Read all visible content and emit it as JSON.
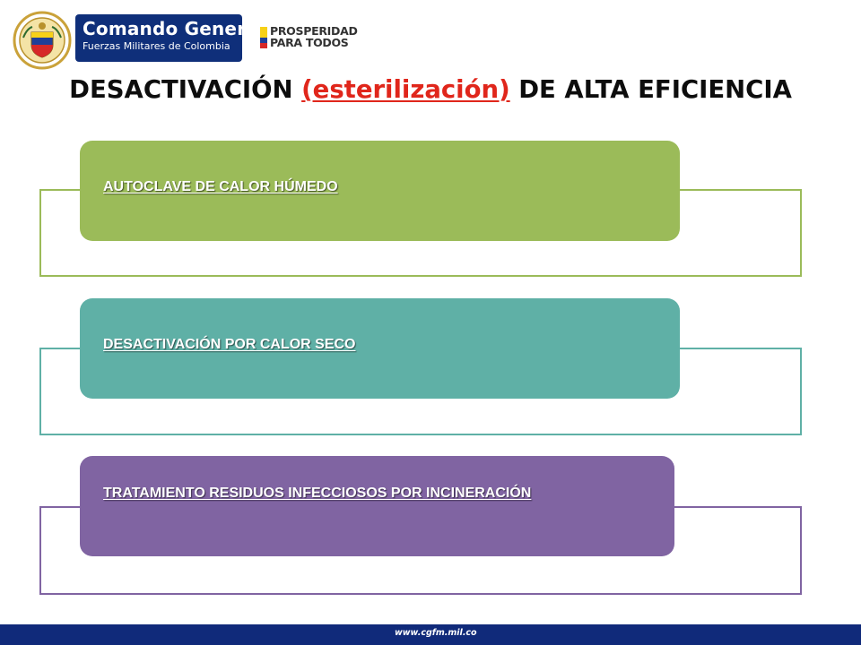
{
  "header": {
    "brand_title": "Comando General",
    "brand_subtitle": "Fuerzas Militares de Colombia",
    "slogan_line1": "PROSPERIDAD",
    "slogan_line2": "PARA TODOS",
    "seal_icon": "military-seal-icon",
    "flag_colors": [
      "#f7d117",
      "#1f3f99",
      "#d62828"
    ]
  },
  "title": {
    "before": "DESACTIVACIÓN ",
    "highlight": "(esterilización)",
    "after": " DE ALTA EFICIENCIA",
    "highlight_color": "#e0261b"
  },
  "items": [
    {
      "label": "AUTOCLAVE DE CALOR HÚMEDO",
      "color": "#9bbb59",
      "frame_color": "#9bbb59"
    },
    {
      "label": "DESACTIVACIÓN POR CALOR SECO",
      "color": "#5fb0a6",
      "frame_color": "#5fb0a6"
    },
    {
      "label": "TRATAMIENTO RESIDUOS INFECCIOSOS POR INCINERACIÓN",
      "color": "#8064a2",
      "frame_color": "#8064a2"
    }
  ],
  "footer": {
    "url": "www.cgfm.mil.co",
    "color": "#102a7a"
  }
}
